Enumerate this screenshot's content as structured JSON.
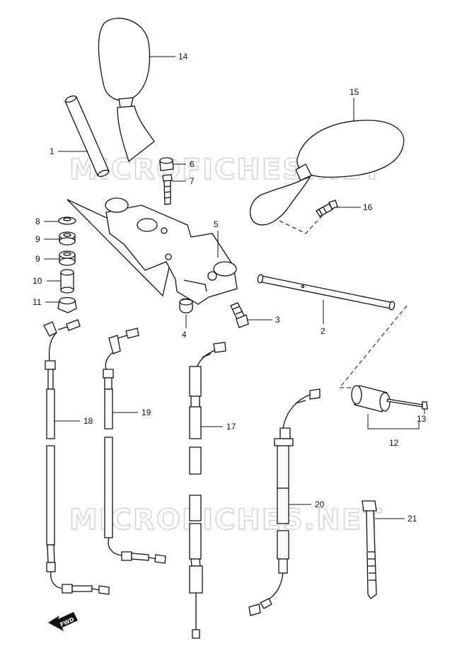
{
  "watermarks": [
    "MICROFICHES.NET",
    "MICROFICHES.NET"
  ],
  "fwd_label": "FWD",
  "parts": [
    {
      "id": "p1",
      "number": "1"
    },
    {
      "id": "p2",
      "number": "2"
    },
    {
      "id": "p3",
      "number": "3"
    },
    {
      "id": "p4",
      "number": "4"
    },
    {
      "id": "p5",
      "number": "5"
    },
    {
      "id": "p6",
      "number": "6"
    },
    {
      "id": "p7",
      "number": "7"
    },
    {
      "id": "p8",
      "number": "8"
    },
    {
      "id": "p9a",
      "number": "9"
    },
    {
      "id": "p9b",
      "number": "9"
    },
    {
      "id": "p10",
      "number": "10"
    },
    {
      "id": "p11",
      "number": "11"
    },
    {
      "id": "p12",
      "number": "12"
    },
    {
      "id": "p13",
      "number": "13"
    },
    {
      "id": "p14",
      "number": "14"
    },
    {
      "id": "p15",
      "number": "15"
    },
    {
      "id": "p16",
      "number": "16"
    },
    {
      "id": "p17",
      "number": "17"
    },
    {
      "id": "p18",
      "number": "18"
    },
    {
      "id": "p19",
      "number": "19"
    },
    {
      "id": "p20",
      "number": "20"
    },
    {
      "id": "p21",
      "number": "21"
    }
  ]
}
